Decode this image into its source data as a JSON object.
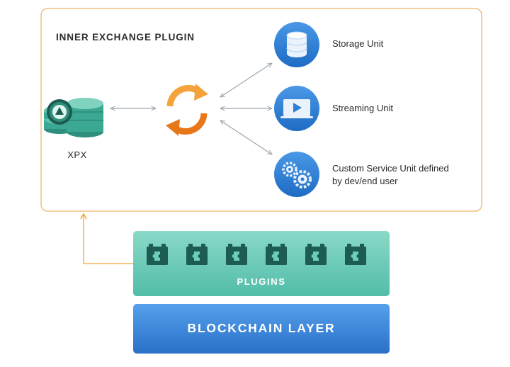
{
  "inner_panel": {
    "title": "INNER EXCHANGE PLUGIN",
    "border_color": "#f2b46a"
  },
  "xpx": {
    "label": "XPX",
    "icon": "coin-stack-icon"
  },
  "exchange": {
    "icon": "sync-arrows-icon",
    "color": "#f07e1e"
  },
  "units": [
    {
      "icon": "database-icon",
      "label_lines": [
        "Storage Unit"
      ]
    },
    {
      "icon": "video-player-icon",
      "label_lines": [
        "Streaming Unit"
      ]
    },
    {
      "icon": "gears-icon",
      "label_lines": [
        "Custom Service Unit defined",
        "by dev/end user"
      ]
    }
  ],
  "plugins_bar": {
    "label": "PLUGINS",
    "plugin_count": 6,
    "plugin_icon": "puzzle-piece-icon",
    "color": "#6ccdb9"
  },
  "blockchain_bar": {
    "label": "BLOCKCHAIN LAYER",
    "color": "#3d86d8"
  },
  "colors": {
    "accent_orange": "#f3a338",
    "unit_circle": "#2f7fd6",
    "teal_dark": "#1c5c52",
    "coin_teal": "#3aa893",
    "arrow_gray": "#9aa4ad"
  }
}
